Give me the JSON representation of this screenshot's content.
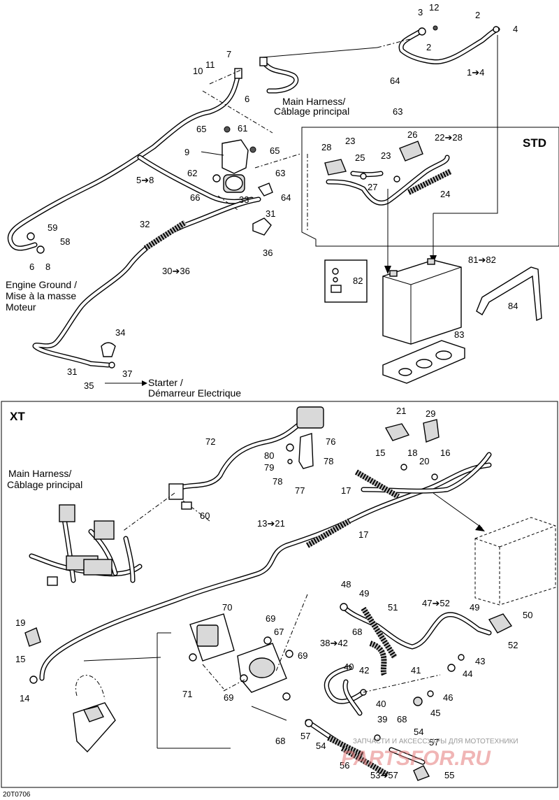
{
  "figure_code": "20T0706",
  "sections": {
    "std_label": "STD",
    "xt_label": "XT"
  },
  "notes": {
    "main_harness_top": [
      "Main Harness/",
      "Câblage principal"
    ],
    "engine_ground": [
      "Engine Ground /",
      "Mise à la masse",
      "Moteur"
    ],
    "starter": [
      "Starter /",
      "Démarreur Electrique"
    ],
    "main_harness_xt": [
      "Main Harness/",
      "Câblage principal"
    ]
  },
  "callouts": {
    "c3": "3",
    "c12": "12",
    "c2a": "2",
    "c4": "4",
    "c2b": "2",
    "c1to4": "1➔4",
    "c7": "7",
    "c11": "11",
    "c10": "10",
    "c6a": "6",
    "c64a": "64",
    "c63a": "63",
    "c65a": "65",
    "c61": "61",
    "c9": "9",
    "c65b": "65",
    "c62": "62",
    "c63b": "63",
    "c64b": "64",
    "c66": "66",
    "c33": "33",
    "c31a": "31",
    "c36": "36",
    "c5to8": "5➔8",
    "c59": "59",
    "c58": "58",
    "c6b": "6",
    "c8": "8",
    "c32": "32",
    "c30to36": "30➔36",
    "c34": "34",
    "c31b": "31",
    "c37": "37",
    "c35": "35",
    "c26": "26",
    "c22to28": "22➔28",
    "c28": "28",
    "c23a": "23",
    "c25": "25",
    "c23b": "23",
    "c27": "27",
    "c24": "24",
    "c81to82": "81➔82",
    "c82": "82",
    "c84": "84",
    "c83": "83",
    "c72": "72",
    "c80": "80",
    "c79": "79",
    "c76": "76",
    "c78a": "78",
    "c78b": "78",
    "c77": "77",
    "c21": "21",
    "c29": "29",
    "c15a": "15",
    "c18": "18",
    "c16": "16",
    "c20": "20",
    "c17a": "17",
    "c60": "60",
    "c13to21": "13➔21",
    "c17b": "17",
    "c19": "19",
    "c15b": "15",
    "c14": "14",
    "c70": "70",
    "c69a": "69",
    "c67": "67",
    "c69b": "69",
    "c71": "71",
    "c69c": "69",
    "c48": "48",
    "c49a": "49",
    "c68a": "68",
    "c51": "51",
    "c47to52": "47➔52",
    "c49b": "49",
    "c50": "50",
    "c52": "52",
    "c38to42": "38➔42",
    "c40a": "40",
    "c42": "42",
    "c41": "41",
    "c40b": "40",
    "c39": "39",
    "c43": "43",
    "c44": "44",
    "c46": "46",
    "c45": "45",
    "c68b": "68",
    "c68c": "68",
    "c57a": "57",
    "c54a": "54",
    "c54b": "54",
    "c57b": "57",
    "c56": "56",
    "c53to57": "53➔57",
    "c55": "55"
  },
  "watermark": {
    "line1": "ЗАПЧАСТИ И АКСЕССУАРЫ ДЛЯ МОТОТЕХНИКИ",
    "line2": "PARTSFOR.RU"
  }
}
